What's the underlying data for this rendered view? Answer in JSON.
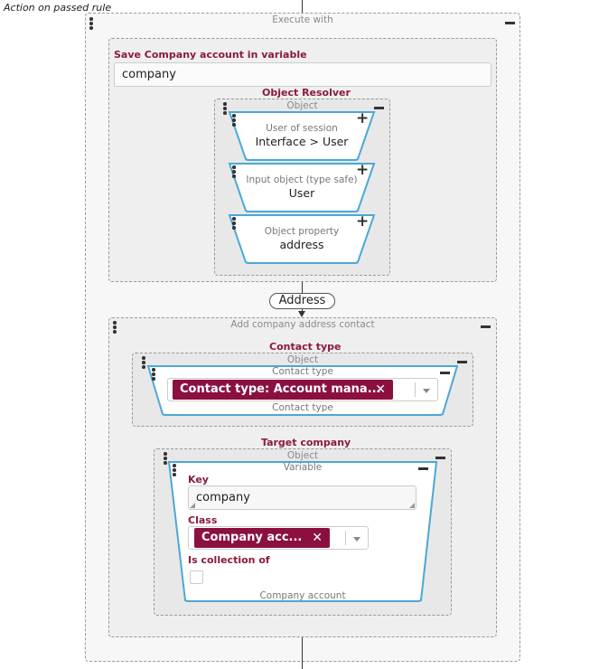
{
  "rule_title": "Action on passed rule",
  "execute_with": {
    "label": "Execute with",
    "save_variable": {
      "title": "Save Company account in variable",
      "value": "company",
      "resolver": {
        "title": "Object Resolver",
        "label": "Object",
        "steps": [
          {
            "small": "User of session",
            "big": "Interface > User"
          },
          {
            "small": "Input object (type safe)",
            "big": "User"
          },
          {
            "small": "Object property",
            "big": "address"
          }
        ]
      }
    },
    "address_pill": "Address",
    "add_contact": {
      "label": "Add company address contact",
      "contact_type": {
        "title": "Contact type",
        "object_label": "Object",
        "inner_label": "Contact type",
        "chip": "Contact type: Account mana...",
        "footer": "Contact type"
      },
      "target_company": {
        "title": "Target company",
        "object_label": "Object",
        "variable_label": "Variable",
        "key_label": "Key",
        "key_value": "company",
        "class_label": "Class",
        "class_chip": "Company acc...",
        "collection_label": "Is collection of",
        "footer": "Company account"
      }
    }
  },
  "colors": {
    "accent": "#8b1a3e",
    "chip": "#8b1040",
    "trapezoid_border": "#4aa8d8"
  },
  "icons": [
    "plus-icon",
    "minus-icon",
    "drag-handle-icon",
    "close-icon",
    "chevron-down-icon",
    "arrow-down-icon"
  ]
}
